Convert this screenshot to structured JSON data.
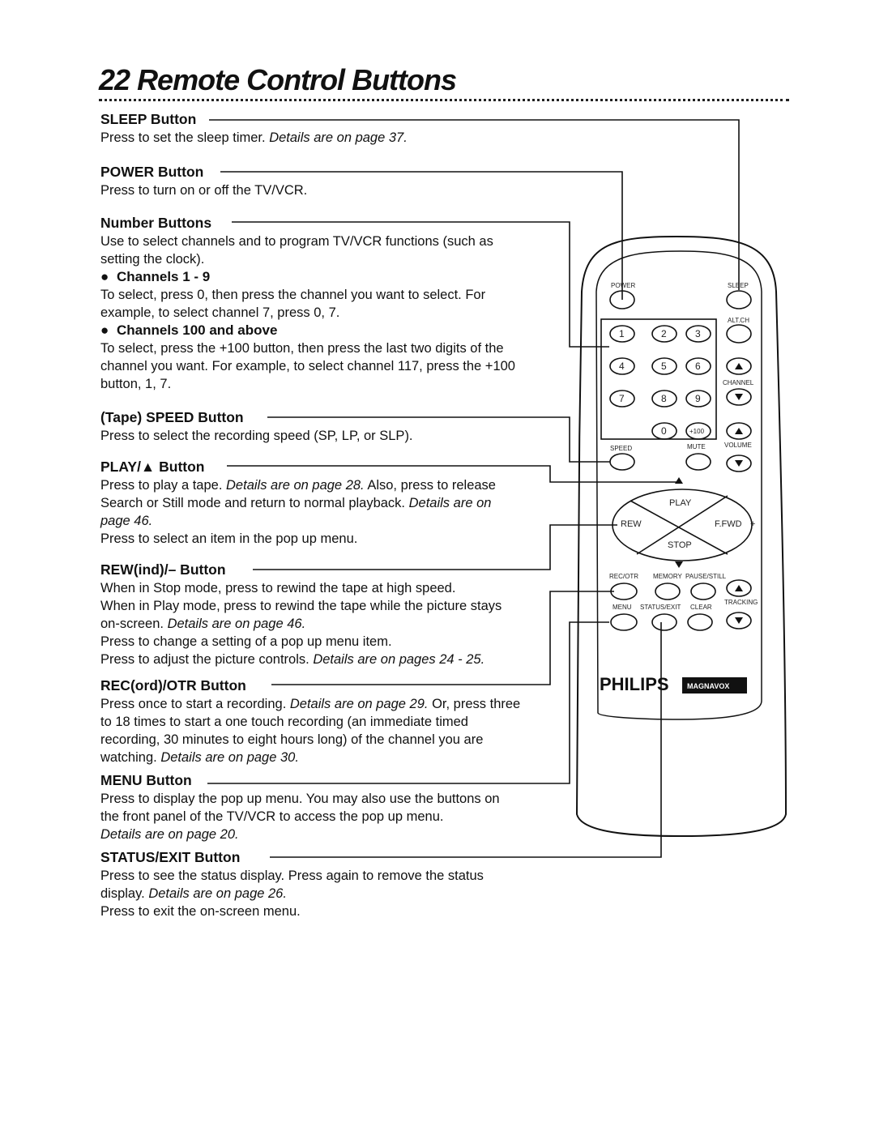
{
  "page": {
    "number": "22",
    "title": "Remote Control Buttons"
  },
  "sections": {
    "sleep": {
      "heading": "SLEEP Button",
      "text": "Press to set the sleep timer.",
      "ref": "Details are on page 37."
    },
    "power": {
      "heading": "POWER Button",
      "text": "Press to turn on or off the TV/VCR."
    },
    "number": {
      "heading": "Number Buttons",
      "text": "Use to select channels and to program TV/VCR functions (such as setting the clock).",
      "sub1": "Channels 1 - 9",
      "sub1_text": "To select, press 0, then press the channel you want to select. For example, to select channel 7, press 0, 7.",
      "sub2": "Channels 100 and above",
      "sub2_text": "To select, press the +100 button, then press the last two digits of the channel you want. For example, to select channel 117, press the +100 button, 1, 7."
    },
    "speed": {
      "heading": "(Tape) SPEED Button",
      "text": "Press to select the recording speed (SP, LP, or SLP)."
    },
    "play": {
      "heading": "PLAY/▲ Button",
      "text1": "Press to play a tape.",
      "ref1": "Details are on page 28.",
      "text2": "Also, press to release Search or Still mode and return to normal playback.",
      "ref2": "Details are on page 46.",
      "text3": "Press to select an item in the pop up menu."
    },
    "rew": {
      "heading": "REW(ind)/– Button",
      "text1": "When in Stop mode, press to rewind the tape at high speed.",
      "text2": "When in Play mode, press to rewind the tape while the picture stays on-screen.",
      "ref2": "Details are on page 46.",
      "text3": "Press to change a setting of a pop up menu item.",
      "text4": "Press to adjust the picture controls.",
      "ref4": "Details are on pages 24 - 25."
    },
    "rec": {
      "heading": "REC(ord)/OTR Button",
      "text1": "Press once to start a recording.",
      "ref1": "Details are on page 29.",
      "text2": "Or, press three to 18 times to start a one touch recording (an immediate timed recording, 30 minutes to eight hours long) of the channel you are watching.",
      "ref2": "Details are on page 30."
    },
    "menu": {
      "heading": "MENU Button",
      "text": "Press to display the pop up menu. You may also use the buttons on the front panel of the TV/VCR to access the pop up menu.",
      "ref": "Details are on page 20."
    },
    "status": {
      "heading": "STATUS/EXIT Button",
      "text1": "Press to see the status display. Press again to remove the status display.",
      "ref1": "Details are on page 26.",
      "text2": "Press to exit the on-screen menu."
    }
  },
  "remote": {
    "labels": {
      "power": "POWER",
      "sleep": "SLEEP",
      "alt_ch": "ALT.CH",
      "channel": "CHANNEL",
      "speed": "SPEED",
      "mute": "MUTE",
      "volume": "VOLUME",
      "play": "PLAY",
      "rew": "REW",
      "ffwd": "F.FWD",
      "stop": "STOP",
      "plus": "+",
      "rec_otr": "REC/OTR",
      "memory": "MEMORY",
      "pause_still": "PAUSE/STILL",
      "menu": "MENU",
      "status_exit": "STATUS/EXIT",
      "clear": "CLEAR",
      "tracking": "TRACKING"
    },
    "digits": [
      "1",
      "2",
      "3",
      "4",
      "5",
      "6",
      "7",
      "8",
      "9",
      "0",
      "+100"
    ],
    "brand": "PHILIPS",
    "brand2": "MAGNAVOX"
  }
}
